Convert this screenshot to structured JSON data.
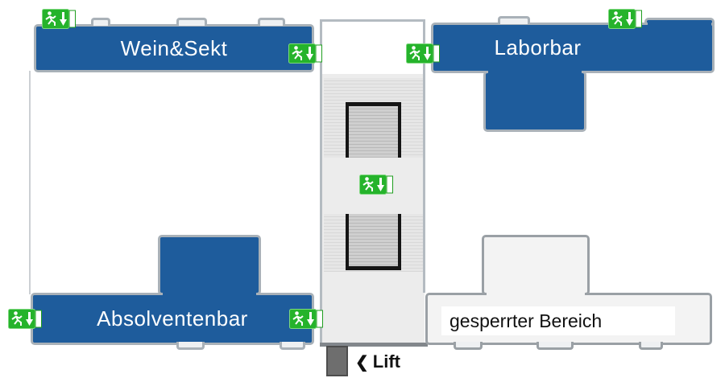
{
  "title": "event floor plan",
  "rooms": {
    "wein_sekt": {
      "label": "Wein&Sekt"
    },
    "laborbar": {
      "label": "Laborbar"
    },
    "absolventenbar": {
      "label": "Absolventenbar"
    },
    "restricted_area": {
      "label": "gesperrter Bereich"
    }
  },
  "lift": {
    "arrow": "❮",
    "label": "Lift"
  },
  "exit_signs": [
    {
      "icon": "emergency-exit-icon",
      "location": "wein-sekt-top-left"
    },
    {
      "icon": "emergency-exit-icon",
      "location": "wein-sekt-right"
    },
    {
      "icon": "emergency-exit-icon",
      "location": "laborbar-left"
    },
    {
      "icon": "emergency-exit-icon",
      "location": "laborbar-top"
    },
    {
      "icon": "emergency-exit-icon",
      "location": "stair-landing"
    },
    {
      "icon": "emergency-exit-icon",
      "location": "absolventenbar-left"
    },
    {
      "icon": "emergency-exit-icon",
      "location": "absolventenbar-right"
    }
  ],
  "colors": {
    "room_fill": "#1e5c9c",
    "room_label": "#ffffff",
    "wall_outline": "#a9b1b8",
    "corridor_fill": "#ececec",
    "restricted_fill": "#f3f3f3",
    "restricted_label": "#111111",
    "exit_green": "#25b32b",
    "stair_rail": "#151515",
    "lift_fill": "#6e6e6e",
    "lift_label": "#111111"
  }
}
